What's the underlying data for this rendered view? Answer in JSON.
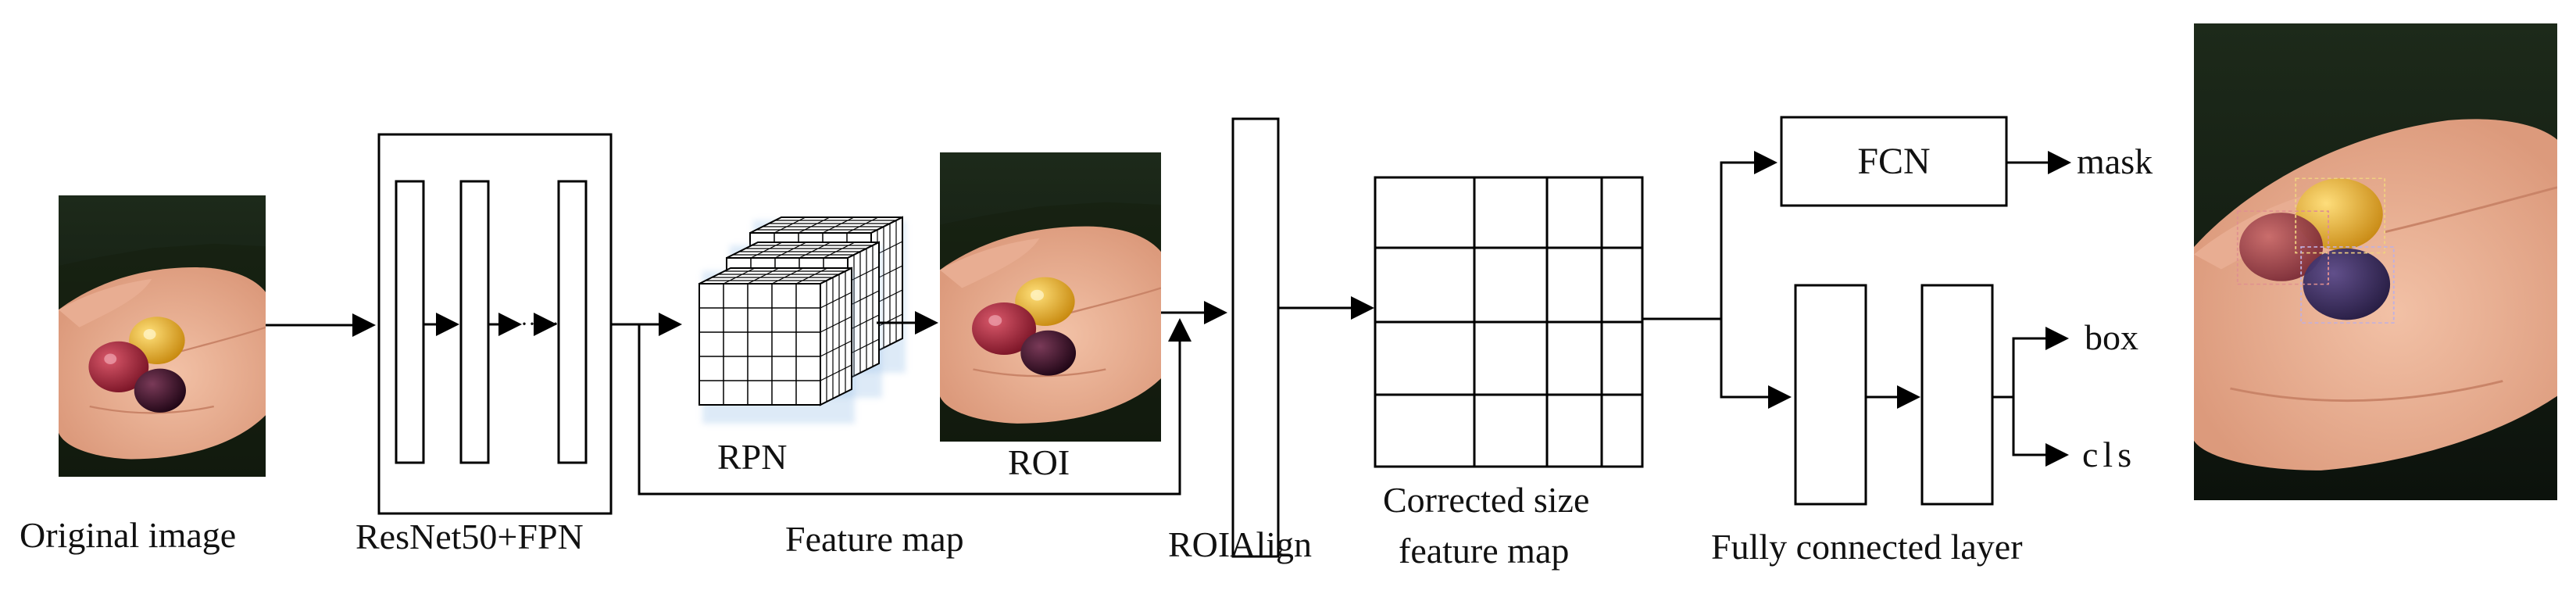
{
  "labels": {
    "original_image": "Original image",
    "backbone": "ResNet50+FPN",
    "rpn": "RPN",
    "feature_map": "Feature map",
    "roi": "ROI",
    "roialign": "ROIAlign",
    "corrected_line1": "Corrected size",
    "corrected_line2": "feature map",
    "fcn": "FCN",
    "mask": "mask",
    "box": "box",
    "cls": "cls",
    "fc_layer": "Fully connected layer"
  },
  "backbone_dots": "·····"
}
